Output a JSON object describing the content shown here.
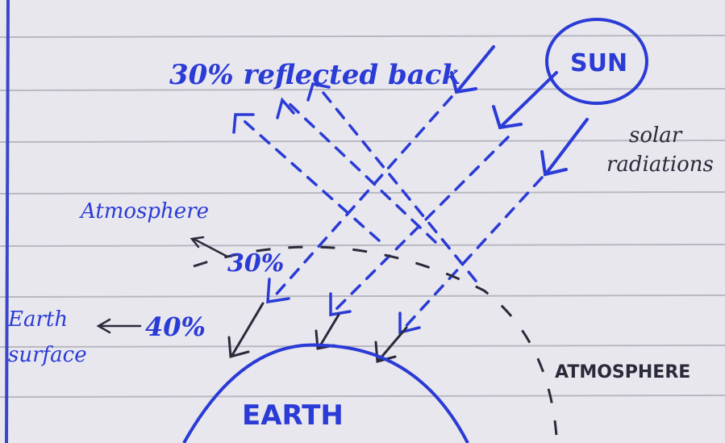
{
  "labels": {
    "reflected": "30% reflected back",
    "sun": "SUN",
    "solar_line1": "solar",
    "solar_line2": "radiations",
    "atmosphere_small": "Atmosphere",
    "atmosphere_pct": "30%",
    "earth_surface_line1": "Earth",
    "earth_surface_line2": "surface",
    "earth_pct": "40%",
    "atmosphere_caps": "ATMOSPHERE",
    "earth": "EARTH"
  },
  "colors": {
    "paper": "#e9e7ee",
    "rule_line": "#b8b8c2",
    "margin_line": "#3a46c8",
    "blue_ink": "#2a3bd6",
    "black_ink": "#2a2a3a"
  }
}
